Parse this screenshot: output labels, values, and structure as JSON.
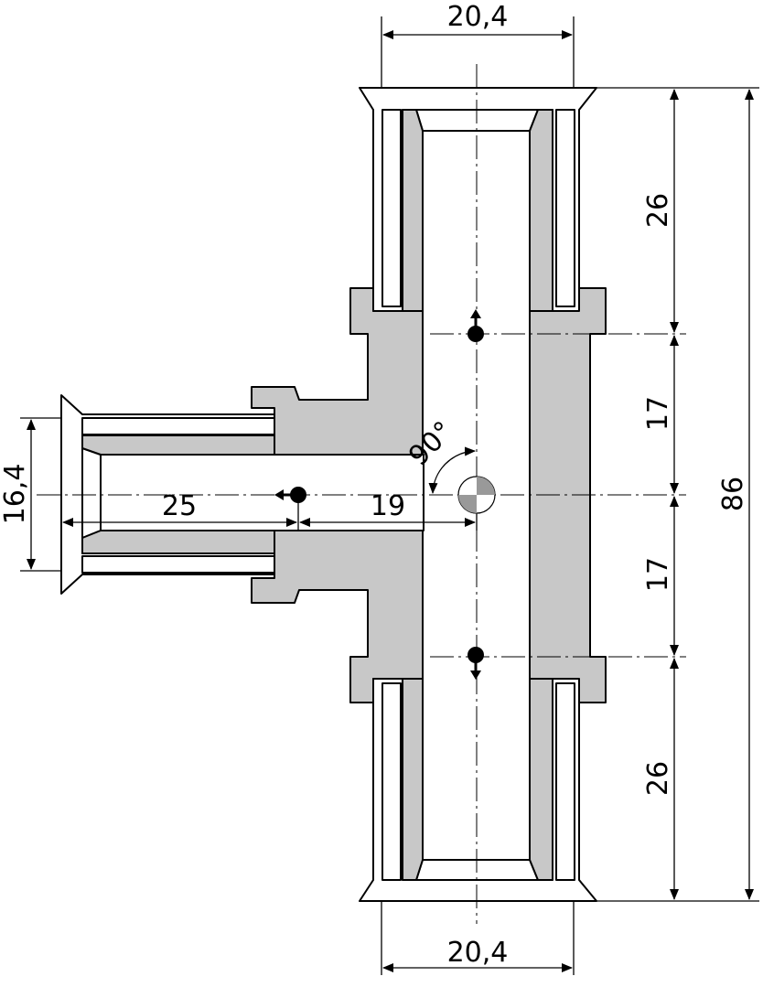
{
  "dimensions": {
    "top_width": "20,4",
    "bottom_width": "20,4",
    "branch_diameter": "16,4",
    "branch_length": "25",
    "branch_to_centre": "19",
    "angle": "90°",
    "top_socket_depth": "26",
    "upper_half_body": "17",
    "lower_half_body": "17",
    "bottom_socket_depth": "26",
    "total_length": "86"
  },
  "colors": {
    "body": "#c8c8c8",
    "line": "#000000",
    "background": "#ffffff"
  },
  "icons": {
    "centre_mark": "quadrant-circle-icon",
    "flow_marks": "pin-arrow-icon"
  }
}
